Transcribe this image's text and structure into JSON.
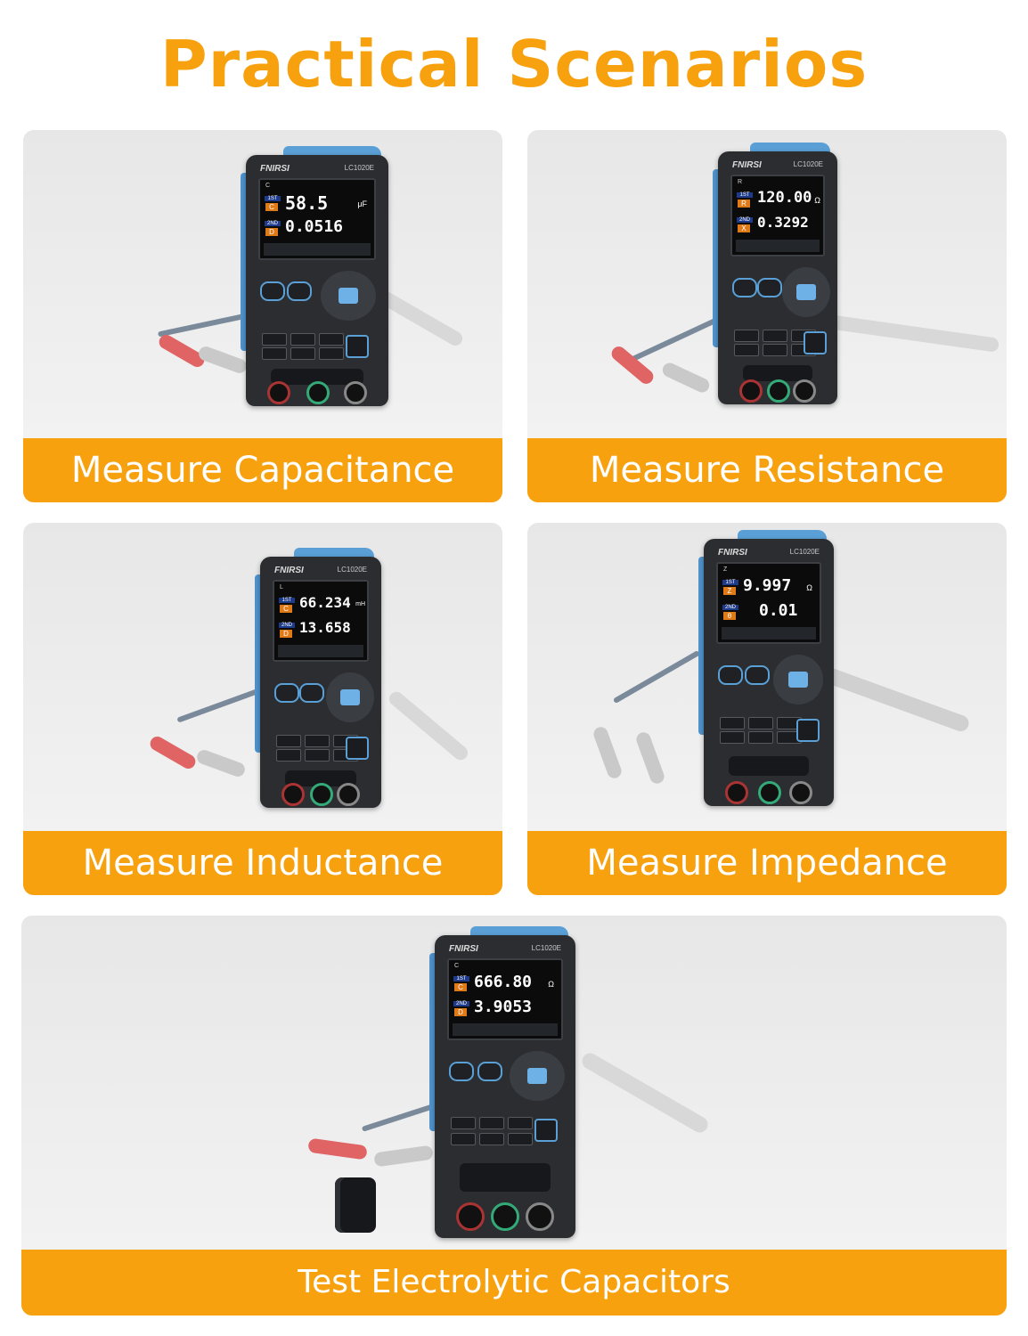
{
  "page": {
    "title": "Practical Scenarios",
    "accent_color": "#f7a10f"
  },
  "device": {
    "brand": "FNIRSI",
    "model": "LC1020E"
  },
  "scenarios": [
    {
      "label": "Measure Capacitance",
      "screen": {
        "mode": "C",
        "primary_symbol": "C",
        "primary_value": "58.5",
        "primary_unit": "μF",
        "secondary_symbol": "D",
        "secondary_value": "0.0516"
      }
    },
    {
      "label": "Measure Resistance",
      "screen": {
        "mode": "R",
        "primary_symbol": "R",
        "primary_value": "120.00",
        "primary_unit": "Ω",
        "secondary_symbol": "X",
        "secondary_value": "0.3292"
      }
    },
    {
      "label": "Measure Inductance",
      "screen": {
        "mode": "L",
        "primary_symbol": "C",
        "primary_value": "66.234",
        "primary_unit": "mH",
        "secondary_symbol": "D",
        "secondary_value": "13.658"
      }
    },
    {
      "label": "Measure Impedance",
      "screen": {
        "mode": "Z",
        "primary_symbol": "Z",
        "primary_value": "9.997",
        "primary_unit": "Ω",
        "secondary_symbol": "θ",
        "secondary_value": "0.01"
      }
    },
    {
      "label": "Test Electrolytic Capacitors",
      "screen": {
        "mode": "C",
        "primary_symbol": "C",
        "primary_value": "666.80",
        "primary_unit": "Ω",
        "secondary_symbol": "D",
        "secondary_value": "3.9053"
      }
    }
  ],
  "colors": {
    "panel_background": "#ececec",
    "banner": "#f7a10f",
    "banner_text": "#ffffff",
    "meter_body": "#2b2d31",
    "meter_accent": "#5aa0d6"
  }
}
